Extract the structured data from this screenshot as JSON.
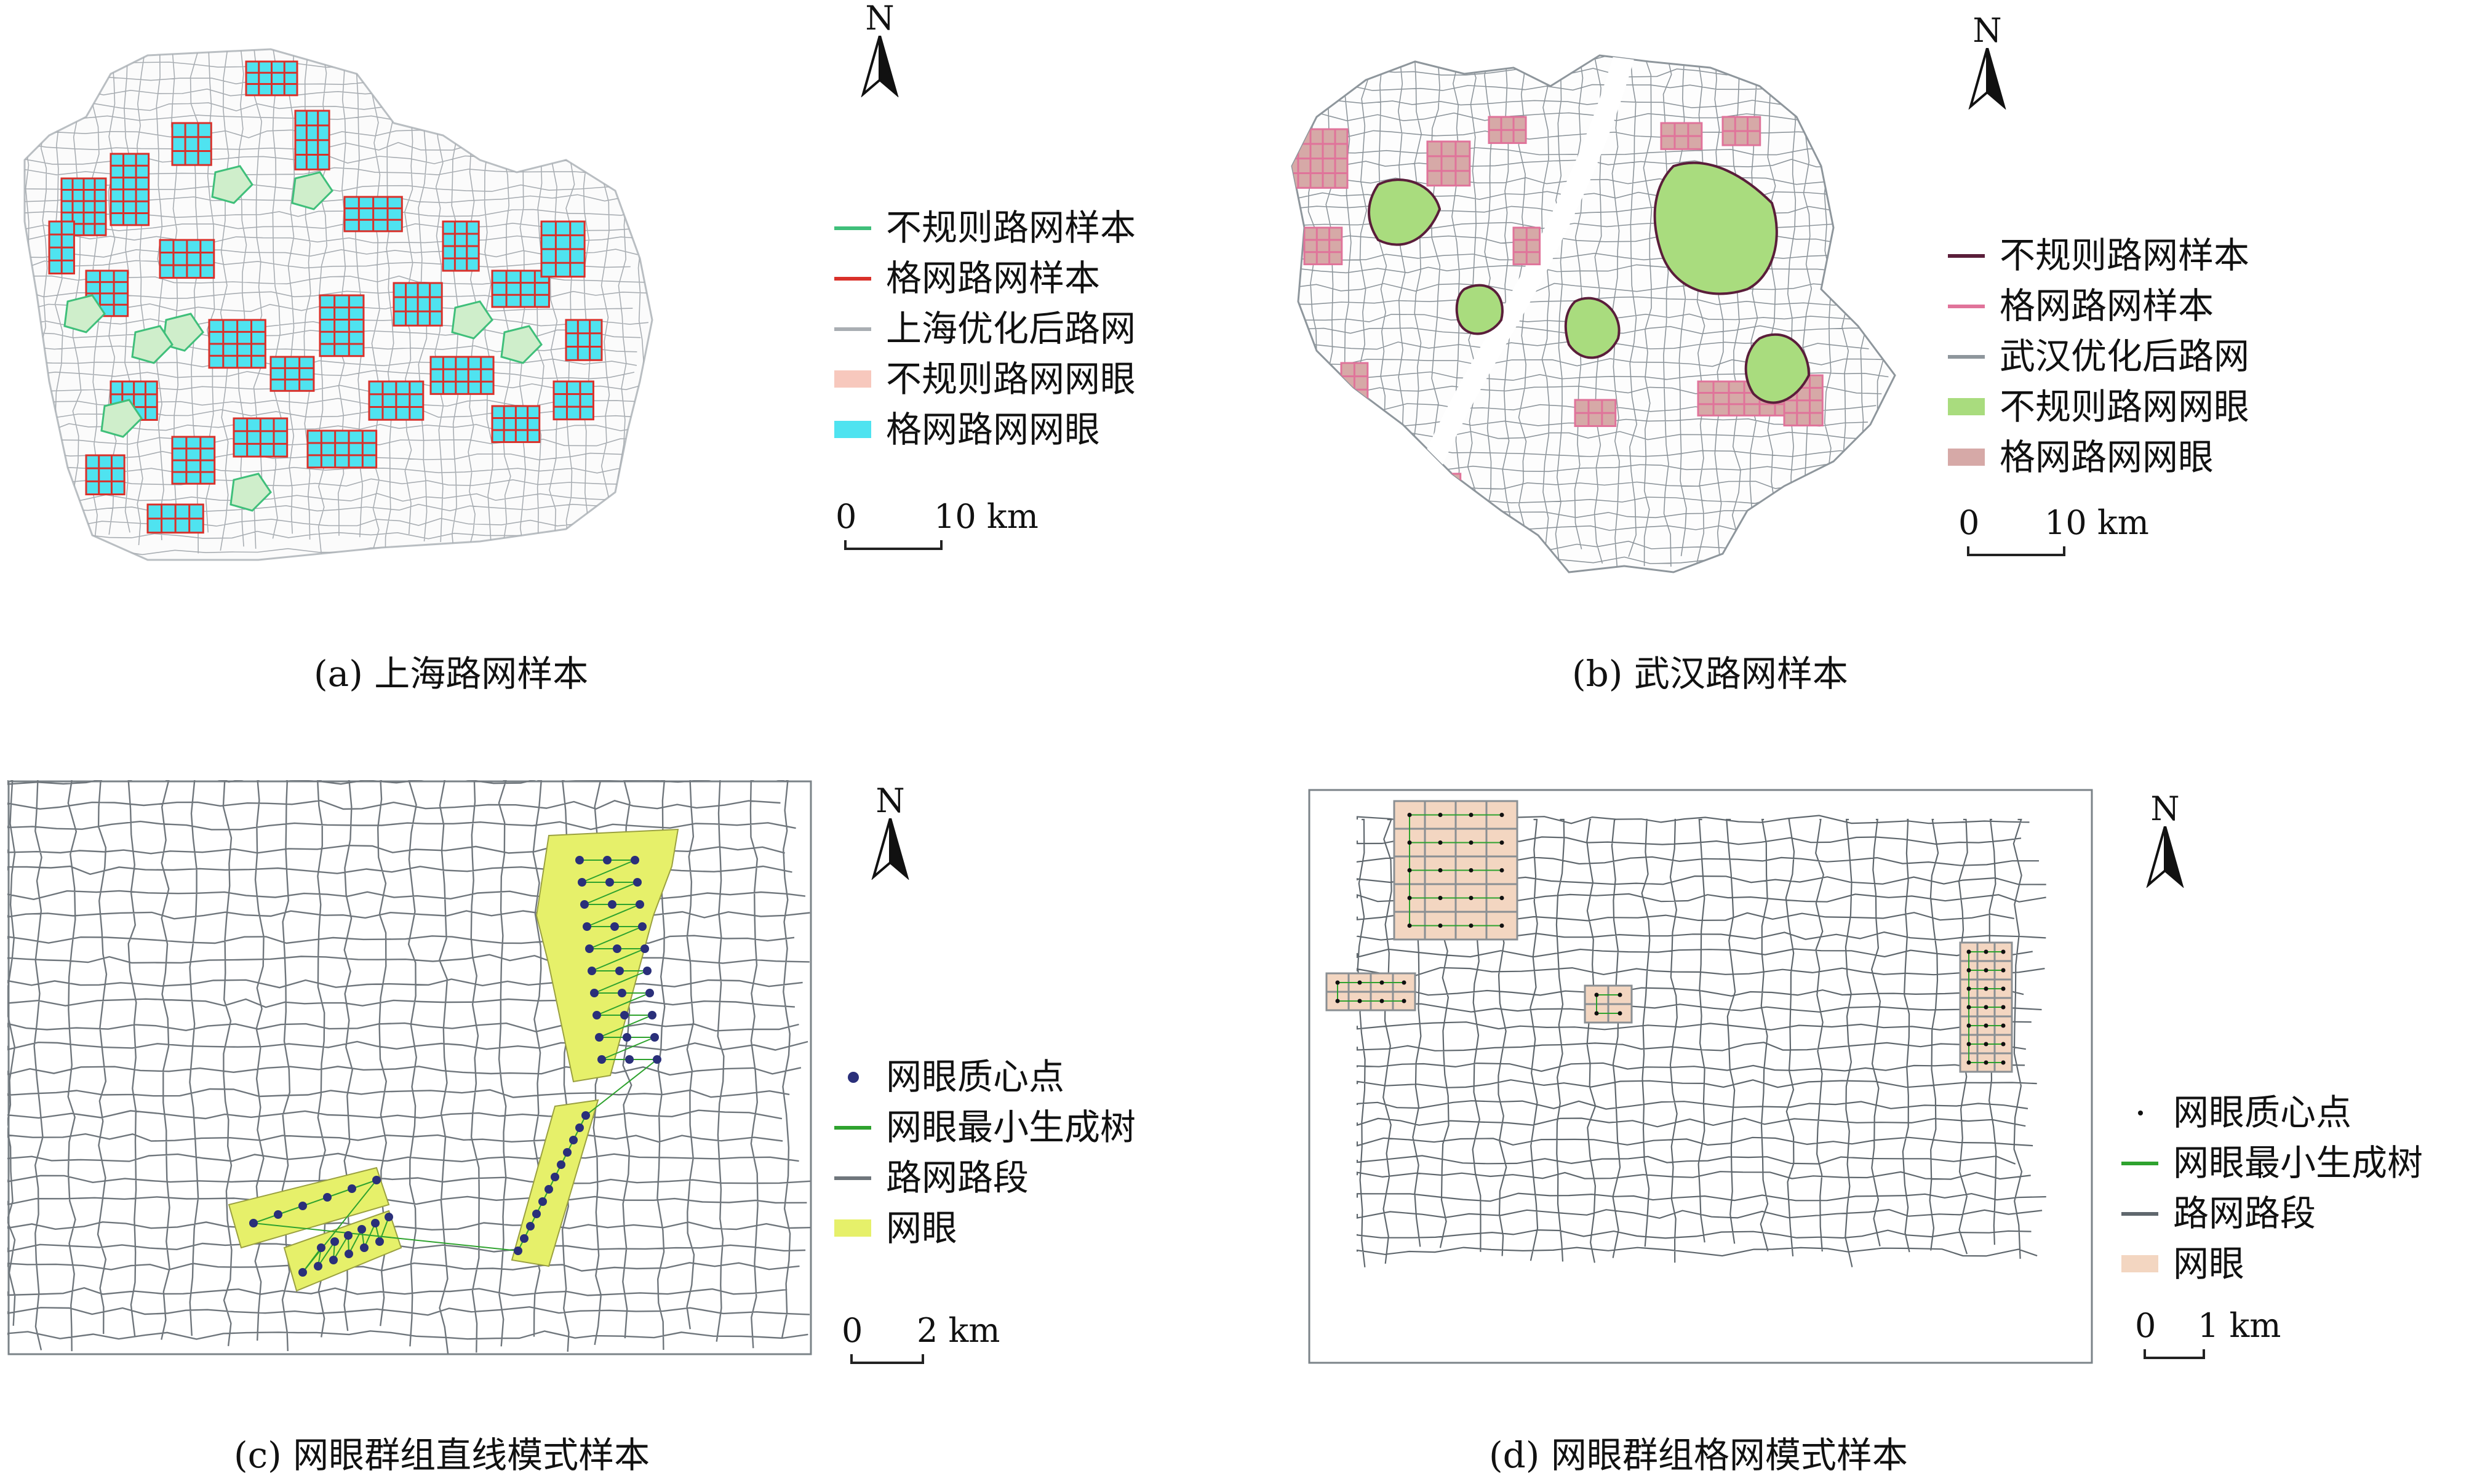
{
  "north_letter": "N",
  "panels": [
    {
      "id": "a",
      "caption": "(a) 上海路网样本",
      "legend": [
        {
          "label": "不规则路网样本",
          "symbol": "line",
          "color": "#3fbf7a"
        },
        {
          "label": "格网路网样本",
          "symbol": "line",
          "color": "#d9302a"
        },
        {
          "label": "上海优化后路网",
          "symbol": "line",
          "color": "#a9aeb3"
        },
        {
          "label": "不规则路网网眼",
          "symbol": "patch",
          "color": "#f7c8bd"
        },
        {
          "label": "格网路网网眼",
          "symbol": "patch",
          "color": "#4fe3f0"
        }
      ],
      "scale": {
        "start": "0",
        "end": "10 km"
      }
    },
    {
      "id": "b",
      "caption": "(b) 武汉路网样本",
      "legend": [
        {
          "label": "不规则路网样本",
          "symbol": "line",
          "color": "#5a1e3a"
        },
        {
          "label": "格网路网样本",
          "symbol": "line",
          "color": "#e0739a"
        },
        {
          "label": "武汉优化后路网",
          "symbol": "line",
          "color": "#8e969c"
        },
        {
          "label": "不规则路网网眼",
          "symbol": "patch",
          "color": "#a9dc7e"
        },
        {
          "label": "格网路网网眼",
          "symbol": "patch",
          "color": "#d6a9a7"
        }
      ],
      "scale": {
        "start": "0",
        "end": "10 km"
      }
    },
    {
      "id": "c",
      "caption": "(c) 网眼群组直线模式样本",
      "legend": [
        {
          "label": "网眼质心点",
          "symbol": "dot",
          "color": "#2a2f7a"
        },
        {
          "label": "网眼最小生成树",
          "symbol": "line",
          "color": "#2ea22e"
        },
        {
          "label": "路网路段",
          "symbol": "line",
          "color": "#6f767c"
        },
        {
          "label": "网眼",
          "symbol": "patch",
          "color": "#e6f06a"
        }
      ],
      "scale": {
        "start": "0",
        "end": "2 km"
      }
    },
    {
      "id": "d",
      "caption": "(d) 网眼群组格网模式样本",
      "legend": [
        {
          "label": "网眼质心点",
          "symbol": "dot-small",
          "color": "#111111"
        },
        {
          "label": "网眼最小生成树",
          "symbol": "line",
          "color": "#2ea22e"
        },
        {
          "label": "路网路段",
          "symbol": "line",
          "color": "#5f676d"
        },
        {
          "label": "网眼",
          "symbol": "patch",
          "color": "#f3d6c1"
        }
      ],
      "scale": {
        "start": "0",
        "end": "1 km"
      }
    }
  ]
}
